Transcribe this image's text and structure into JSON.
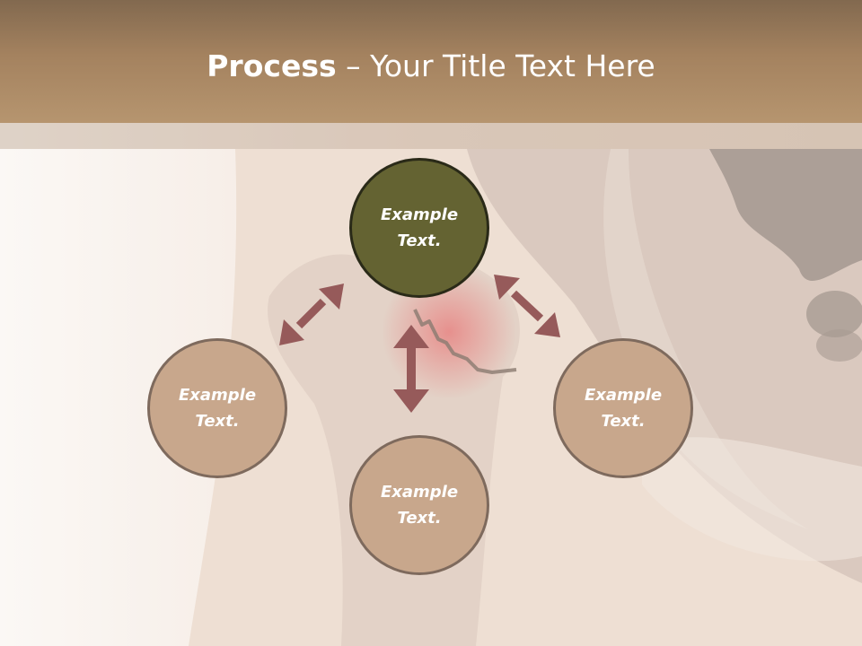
{
  "slide": {
    "title_bold": "Process",
    "title_rest": " – Your Title Text Here"
  },
  "nodes": {
    "center": {
      "line1": "Example",
      "line2": "Text."
    },
    "left": {
      "line1": "Example",
      "line2": "Text."
    },
    "bottom": {
      "line1": "Example",
      "line2": "Text."
    },
    "right": {
      "line1": "Example",
      "line2": "Text."
    }
  },
  "colors": {
    "header": "#a4825f",
    "center_circle": "#646332",
    "outer_circle": "#c8a78c",
    "arrow": "#965a5a"
  }
}
